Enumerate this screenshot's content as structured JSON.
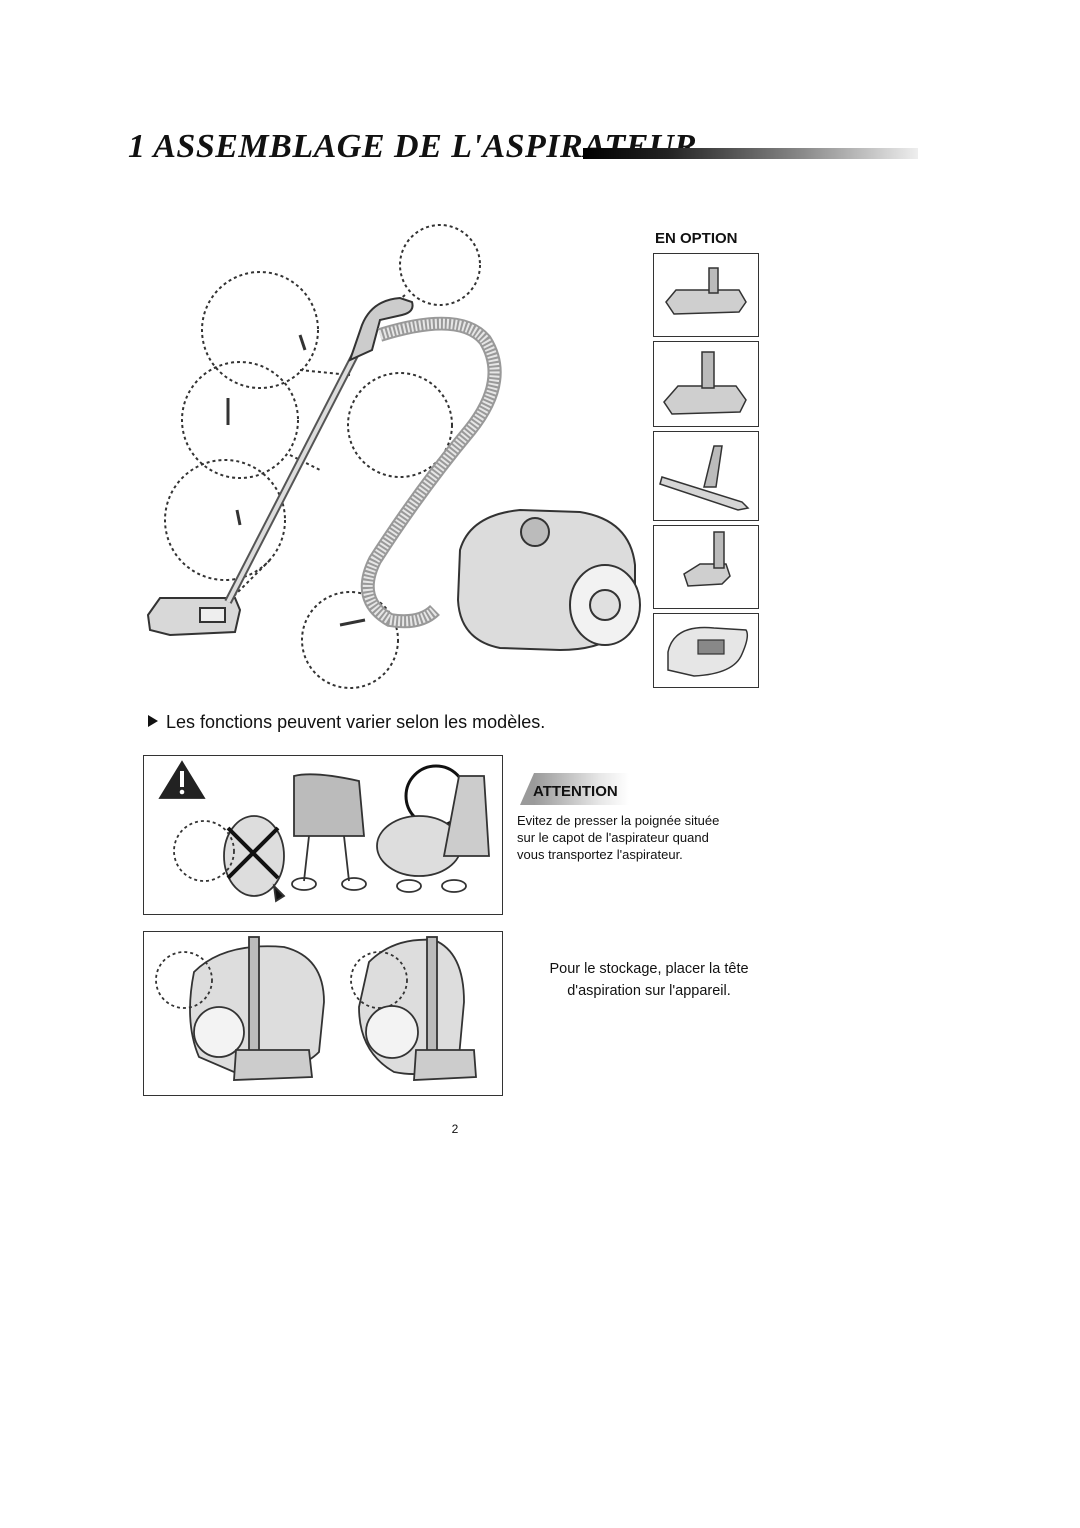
{
  "section": {
    "number": "1",
    "title": "ASSEMBLAGE DE L'ASPIRATEUR"
  },
  "optional": {
    "title": "EN OPTION",
    "items": [
      {
        "icon": "floor-brush-icon"
      },
      {
        "icon": "turbo-brush-icon"
      },
      {
        "icon": "parquet-brush-icon"
      },
      {
        "icon": "mini-turbo-brush-icon"
      },
      {
        "icon": "dust-bag-icon"
      }
    ]
  },
  "note": {
    "text": "Les fonctions peuvent varier selon les modèles."
  },
  "attention": {
    "label": "ATTENTION",
    "lines": [
      "Evitez de presser la poignée située",
      "sur le capot de l'aspirateur quand",
      "vous transportez l'aspirateur."
    ]
  },
  "storage": {
    "lines": [
      "Pour le stockage, placer la tête",
      "d'aspiration sur l'appareil."
    ]
  },
  "page_number": "2",
  "colors": {
    "text": "#111111",
    "line_art": "#333333",
    "shade": "#9a9a9a"
  }
}
